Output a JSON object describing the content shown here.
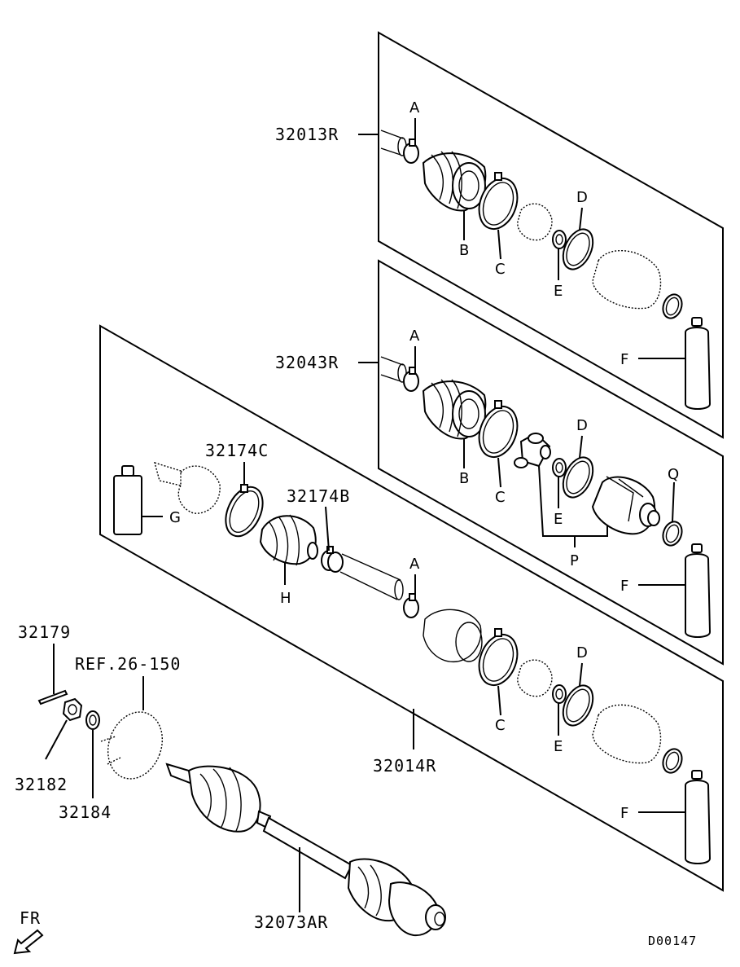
{
  "callouts": {
    "kit_outer_upper": "32013R",
    "kit_inner": "32043R",
    "boot_kit_lower": "32014R",
    "shaft_assembly": "32073AR",
    "band_large": "32174C",
    "band_small": "32174B",
    "cotter_pin": "32179",
    "nut": "32182",
    "washer": "32184",
    "hub_ref": "REF.26-150"
  },
  "letters": {
    "A": "A",
    "B": "B",
    "C": "C",
    "D": "D",
    "E": "E",
    "F": "F",
    "G": "G",
    "H": "H",
    "P": "P",
    "Q": "Q"
  },
  "direction": "FR",
  "diagram_code": "D00147"
}
